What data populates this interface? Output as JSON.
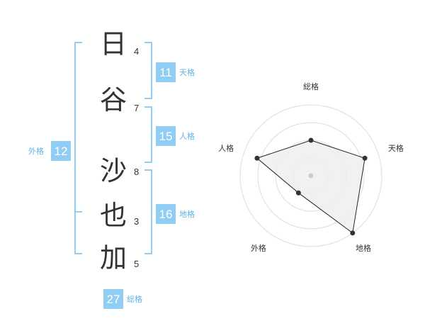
{
  "name": {
    "chars": [
      {
        "char": "日",
        "strokes": "4"
      },
      {
        "char": "谷",
        "strokes": "7"
      },
      {
        "char": "沙",
        "strokes": "8"
      },
      {
        "char": "也",
        "strokes": "3"
      },
      {
        "char": "加",
        "strokes": "5"
      }
    ]
  },
  "kaku": {
    "tenkaku": {
      "label": "天格",
      "value": "11"
    },
    "jinkaku": {
      "label": "人格",
      "value": "15"
    },
    "chikaku": {
      "label": "地格",
      "value": "16"
    },
    "gaikaku": {
      "label": "外格",
      "value": "12"
    },
    "soukaku": {
      "label": "総格",
      "value": "27"
    }
  },
  "colors": {
    "accent": "#8fcdf4",
    "label": "#5fb2ea",
    "text": "#333333",
    "radar_fill": "#eeeeee",
    "radar_grid": "#dddddd"
  },
  "chart_data": {
    "type": "radar",
    "axes": [
      "総格",
      "天格",
      "地格",
      "外格",
      "人格"
    ],
    "rmax": 5,
    "rings": 4,
    "values": [
      2.5,
      4.0,
      5.0,
      1.5,
      4.0
    ]
  }
}
